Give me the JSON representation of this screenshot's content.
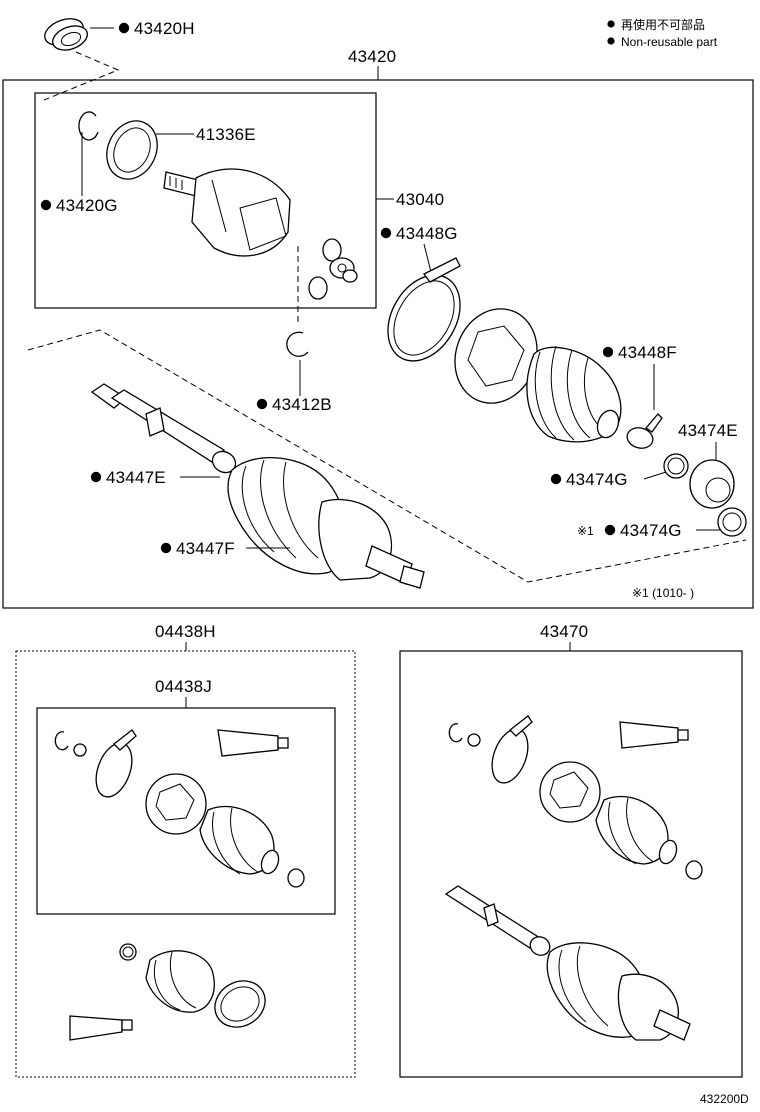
{
  "legend": {
    "bullet_symbol": "●",
    "line_ja": "再使用不可部品",
    "line_en": "Non-reusable part"
  },
  "labels": {
    "top_cap": "43420H",
    "assembly": "43420",
    "inner_joint_assy": "43040",
    "boot_ring": "41336E",
    "snap_ring_1": "43420G",
    "band_1": "43448G",
    "snap_ring_2": "43412B",
    "clamp_1": "43448F",
    "dust_cover": "43474E",
    "ring_1": "43474G",
    "clamp_2": "43447E",
    "ring_2": "43474G",
    "clamp_3": "43447F",
    "boot_kit_outer": "04438H",
    "boot_kit_inner": "04438J",
    "shaft_assy_2": "43470",
    "note_mark": "※1",
    "note_range": "※1 (1010-     )",
    "diagram_code": "432200D"
  },
  "colors": {
    "line": "#000000",
    "background": "#ffffff"
  }
}
